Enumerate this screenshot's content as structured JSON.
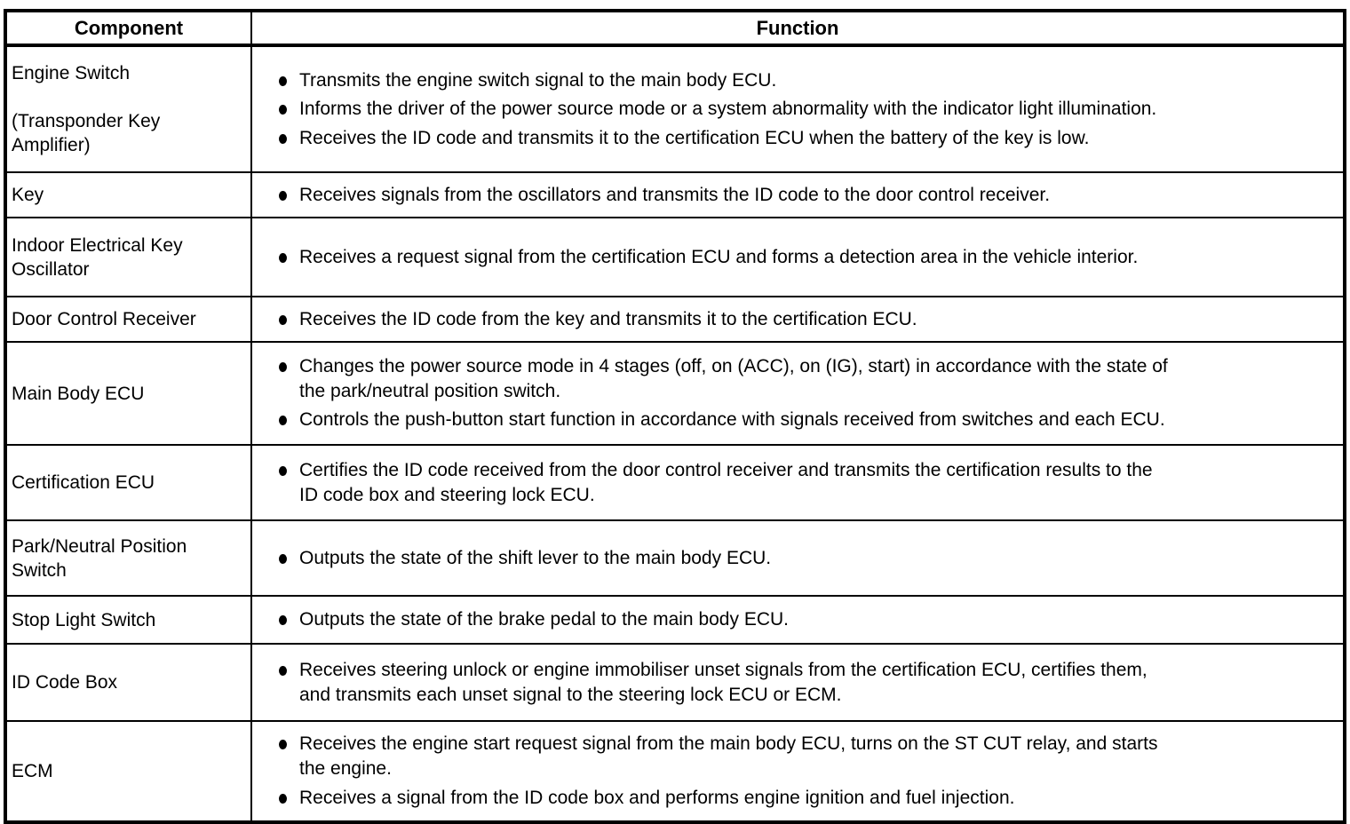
{
  "table": {
    "headers": {
      "component": "Component",
      "function": "Function"
    },
    "rows": [
      {
        "component": "Engine Switch\n\n(Transponder Key\nAmplifier)",
        "functions": [
          "Transmits the engine switch signal to the main body ECU.",
          "Informs the driver of the power source mode or a system abnormality with the indicator light illumination.",
          "Receives the ID code and transmits it to the certification ECU when the battery of the key is low."
        ]
      },
      {
        "component": "Key",
        "functions": [
          "Receives signals from the oscillators and transmits the ID code to the door control receiver."
        ]
      },
      {
        "component": "Indoor Electrical Key\nOscillator",
        "functions": [
          "Receives a request signal from the certification ECU and forms a detection area in the vehicle interior."
        ]
      },
      {
        "component": "Door Control Receiver",
        "functions": [
          "Receives the ID code from the key and transmits it to the certification ECU."
        ]
      },
      {
        "component": "Main Body ECU",
        "functions": [
          "Changes the power source mode in 4 stages (off, on (ACC), on (IG), start) in accordance with the state of\nthe park/neutral position switch.",
          "Controls the push-button start function in accordance with signals received from switches and each ECU."
        ]
      },
      {
        "component": "Certification ECU",
        "functions": [
          "Certifies the ID code received from the door control receiver and transmits the certification results to the\nID code box and steering lock ECU."
        ]
      },
      {
        "component": "Park/Neutral Position\nSwitch",
        "functions": [
          "Outputs the state of the shift lever to the main body ECU."
        ]
      },
      {
        "component": "Stop Light Switch",
        "functions": [
          "Outputs the state of the brake pedal to the main body ECU."
        ]
      },
      {
        "component": "ID Code Box",
        "functions": [
          "Receives steering unlock or engine immobiliser unset signals from the certification ECU, certifies them,\nand transmits each unset signal to the steering lock ECU or ECM."
        ]
      },
      {
        "component": "ECM",
        "functions": [
          "Receives the engine start request signal from the main body ECU, turns on the ST CUT relay, and starts\nthe engine.",
          "Receives a signal from the ID code box and performs engine ignition and fuel injection."
        ]
      }
    ]
  }
}
